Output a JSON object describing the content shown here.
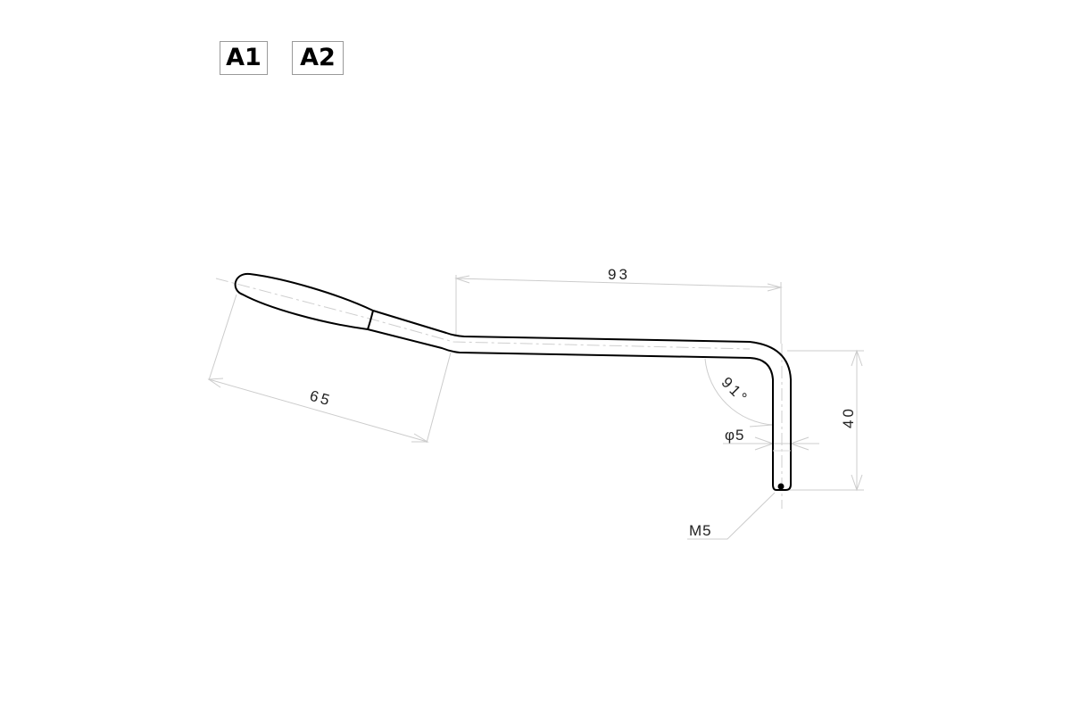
{
  "variants": [
    {
      "label": "A1"
    },
    {
      "label": "A2"
    }
  ],
  "dimensions": {
    "length_main": "93",
    "length_handle": "65",
    "height": "40",
    "angle": "91°",
    "diameter": "φ5",
    "thread": "M5"
  },
  "colors": {
    "line": "#000000",
    "dim_line": "#c8c8c8"
  }
}
